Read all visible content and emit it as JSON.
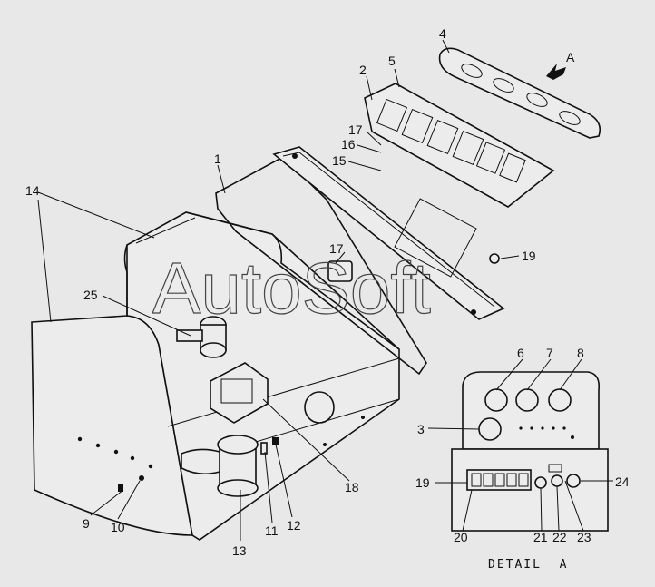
{
  "watermark": "AutoSoft",
  "caption": "DETAIL  A",
  "view_marker": "A",
  "callouts": [
    "1",
    "2",
    "3",
    "4",
    "5",
    "6",
    "7",
    "8",
    "9",
    "10",
    "11",
    "12",
    "13",
    "14",
    "15",
    "16",
    "17",
    "17",
    "18",
    "19",
    "19",
    "20",
    "21",
    "22",
    "23",
    "24",
    "25"
  ]
}
